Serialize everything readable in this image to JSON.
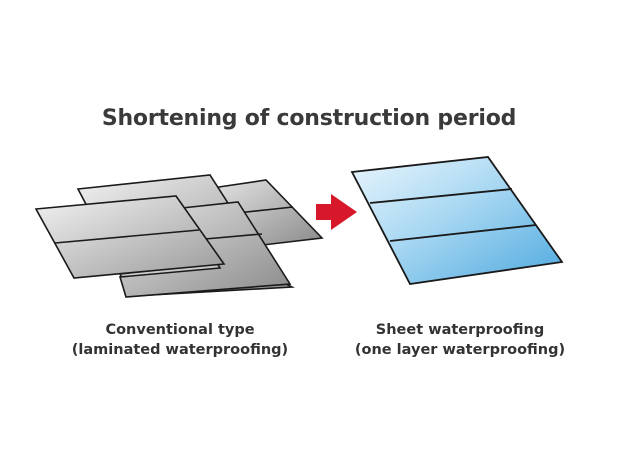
{
  "title": "Shortening of construction period",
  "conventional": {
    "label_line1": "Conventional type",
    "label_line2": "(laminated waterproofing)"
  },
  "sheet": {
    "label_line1": "Sheet waterproofing",
    "label_line2": "(one layer waterproofing)"
  },
  "colors": {
    "arrow": "#d7182a",
    "sheet_blue_light": "#e6f4fc",
    "sheet_blue_dark": "#5fb3e3",
    "gray_light": "#efefef",
    "gray_dark": "#8d8d8d",
    "outline": "#1a1a1a"
  }
}
